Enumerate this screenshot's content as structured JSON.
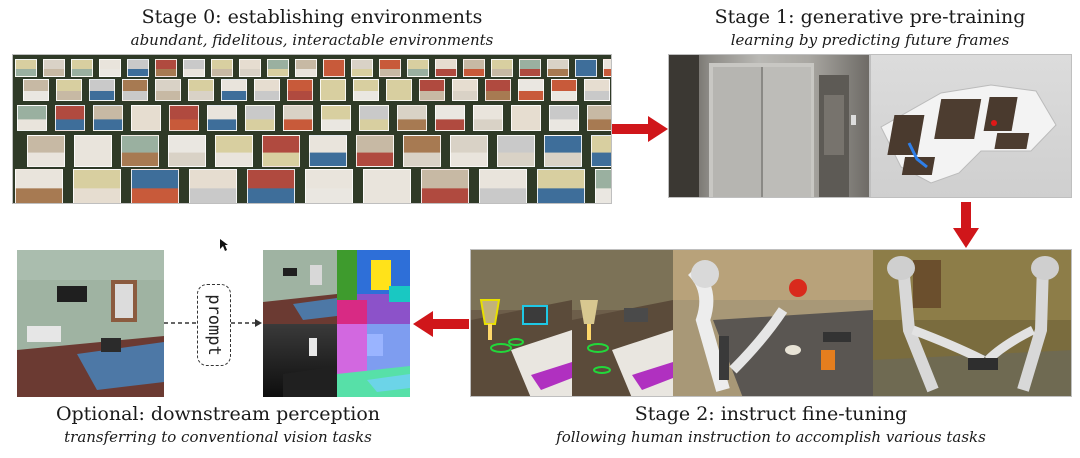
{
  "stage0": {
    "title": "Stage 0: establishing environments",
    "subtitle": "abundant, fidelitous, interactable environments"
  },
  "stage1": {
    "title": "Stage 1: generative pre-training",
    "subtitle": "learning by predicting future frames"
  },
  "stage2": {
    "title": "Stage 2: instruct fine-tuning",
    "subtitle": "following human instruction to accomplish various tasks"
  },
  "optional": {
    "title": "Optional: downstream perception",
    "subtitle": "transferring to conventional vision tasks"
  },
  "prompt_label": "prompt",
  "colors": {
    "arrow": "#d0161a",
    "grass": "#2f3a27",
    "annotation_yellow": "#e8e000",
    "annotation_cyan": "#1ec8e6",
    "annotation_green": "#22d83a"
  }
}
